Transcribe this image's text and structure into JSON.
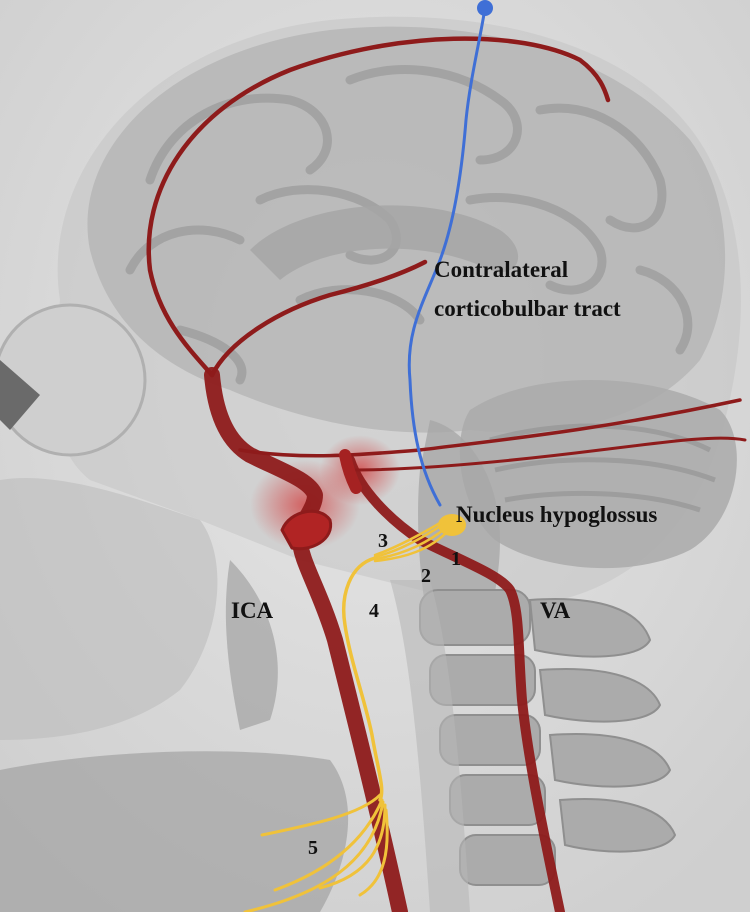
{
  "labels": {
    "corticobulbar_line1": "Contralateral",
    "corticobulbar_line2": "corticobulbar tract",
    "nucleus": "Nucleus hypoglossus",
    "ica": "ICA",
    "va": "VA",
    "n1": "1",
    "n2": "2",
    "n3": "3",
    "n4": "4",
    "n5": "5"
  },
  "colors": {
    "artery": "#8e1b1b",
    "nerve": "#f0c23a",
    "tract": "#3f6fd6",
    "background": "#d9d9d9"
  }
}
